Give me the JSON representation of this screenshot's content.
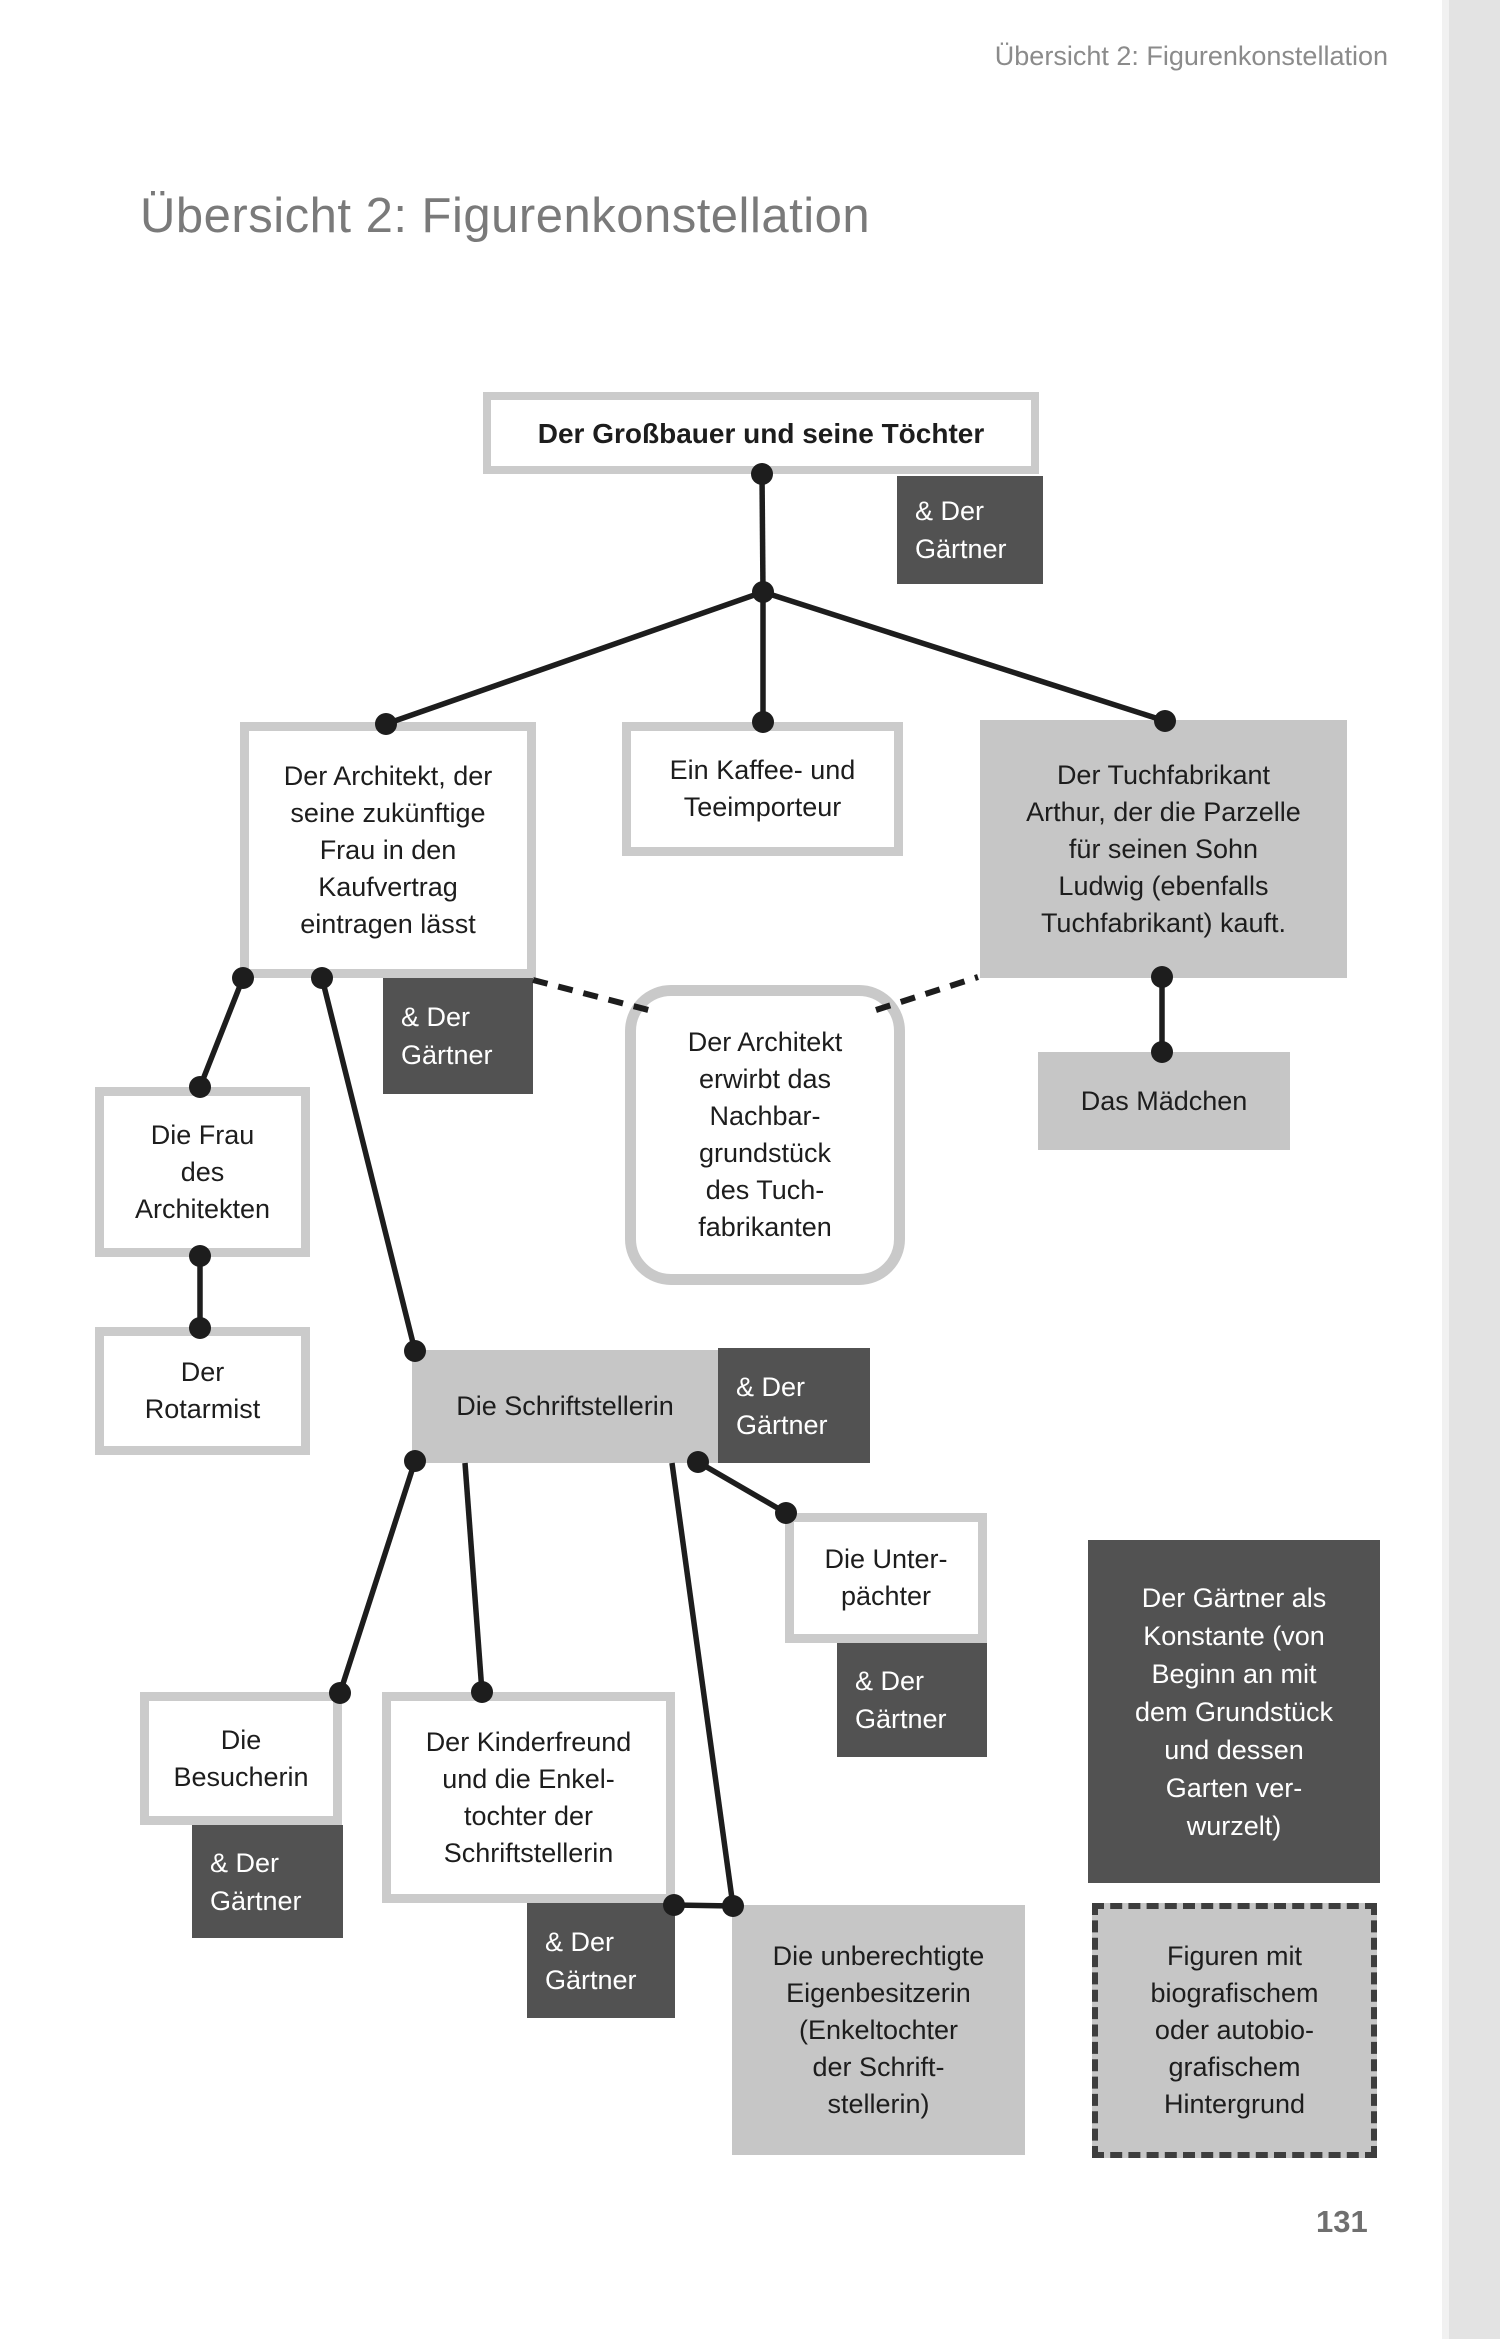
{
  "page": {
    "running_header": "Übersicht 2: Figurenkonstellation",
    "title": "Übersicht 2: Figurenkonstellation",
    "page_number": "131"
  },
  "colors": {
    "dark_box": "#525252",
    "gray_box": "#c6c6c6",
    "frame_border": "#cbcbcb",
    "line": "#1d1d1d",
    "title_text": "#7a7a7a",
    "header_text": "#8b8b8b"
  },
  "diagram": {
    "nodes": {
      "grossbauer": "Der Großbauer und seine Töchter",
      "gaertner_top": "& Der\nGärtner",
      "architekt": "Der Architekt, der\nseine zukünftige\nFrau in den\nKaufvertrag\neintragen lässt",
      "importeur": "Ein Kaffee- und\nTeeimporteur",
      "tuchfabrikant": "Der Tuchfabrikant\nArthur, der die Parzelle\nfür seinen Sohn\nLudwig (ebenfalls\nTuchfabrikant) kauft.",
      "gaertner_architekt": "& Der\nGärtner",
      "nachbargrundstueck": "Der Architekt\nerwirbt das\nNachbar-\ngrundstück\ndes Tuch-\nfabrikanten",
      "maedchen": "Das Mädchen",
      "frau_architekt": "Die Frau\ndes\nArchitekten",
      "rotarmist": "Der\nRotarmist",
      "schriftstellerin": "Die Schriftstellerin",
      "gaertner_schriftstellerin": "& Der\nGärtner",
      "unterpaechter": "Die Unter-\npächter",
      "gaertner_unterpaechter": "& Der\nGärtner",
      "gaertner_konstante": "Der Gärtner als\nKonstante (von\nBeginn an mit\ndem Grundstück\nund dessen\nGarten ver-\nwurzelt)",
      "besucherin": "Die\nBesucherin",
      "gaertner_besucherin": "& Der\nGärtner",
      "kinderfreund": "Der Kinderfreund\nund die Enkel-\ntochter der\nSchriftstellerin",
      "gaertner_kinderfreund": "& Der\nGärtner",
      "eigenbesitzerin": "Die unberechtigte\nEigenbesitzerin\n(Enkeltochter\nder Schrift-\nstellerin)",
      "figuren_legende": "Figuren mit\nbiografischem\noder autobio-\ngrafischem\nHintergrund"
    },
    "edges": [
      {
        "from": "grossbauer",
        "to": "architekt",
        "style": "solid"
      },
      {
        "from": "grossbauer",
        "to": "importeur",
        "style": "solid"
      },
      {
        "from": "grossbauer",
        "to": "tuchfabrikant",
        "style": "solid"
      },
      {
        "from": "architekt",
        "to": "frau_architekt",
        "style": "solid"
      },
      {
        "from": "architekt",
        "to": "schriftstellerin",
        "style": "solid"
      },
      {
        "from": "frau_architekt",
        "to": "rotarmist",
        "style": "solid"
      },
      {
        "from": "tuchfabrikant",
        "to": "maedchen",
        "style": "solid"
      },
      {
        "from": "architekt",
        "to": "nachbargrundstueck",
        "style": "dashed"
      },
      {
        "from": "nachbargrundstueck",
        "to": "tuchfabrikant",
        "style": "dashed"
      },
      {
        "from": "schriftstellerin",
        "to": "besucherin",
        "style": "solid"
      },
      {
        "from": "schriftstellerin",
        "to": "kinderfreund",
        "style": "solid"
      },
      {
        "from": "schriftstellerin",
        "to": "unterpaechter",
        "style": "solid"
      },
      {
        "from": "schriftstellerin",
        "to": "eigenbesitzerin",
        "style": "solid"
      },
      {
        "from": "gaertner_kinderfreund",
        "to": "eigenbesitzerin",
        "style": "solid"
      }
    ]
  }
}
